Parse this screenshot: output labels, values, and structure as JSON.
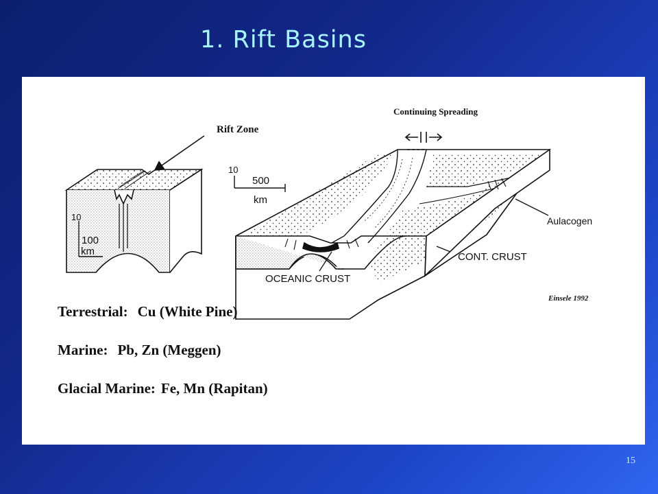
{
  "slide": {
    "title": "1. Rift Basins",
    "page_number": "15"
  },
  "diagram": {
    "labels": {
      "rift_zone": "Rift Zone",
      "continuing_spreading": "Continuing Spreading",
      "scale_left_vertical": "10",
      "scale_left_horizontal": "100",
      "scale_left_unit": "km",
      "scale_right_vertical": "10",
      "scale_right_horizontal": "500",
      "scale_right_unit": "km",
      "aulacogen": "Aulacogen",
      "cont_crust": "CONT. CRUST",
      "oceanic_crust": "OCEANIC CRUST",
      "citation": "Einsele 1992"
    }
  },
  "deposits": [
    {
      "category": "Terrestrial:",
      "examples": "Cu (White Pine)"
    },
    {
      "category": "Marine:",
      "examples": "Pb, Zn (Meggen)"
    },
    {
      "category": "Glacial Marine:",
      "examples": "Fe, Mn (Rapitan)"
    }
  ]
}
